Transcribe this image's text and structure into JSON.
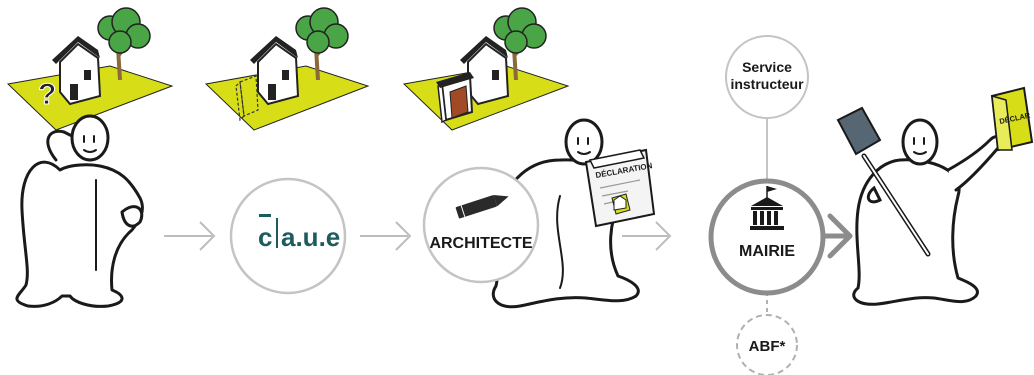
{
  "steps": {
    "caue": {
      "label_main": "c",
      "label_rest": "a.u.e",
      "accent": "#1e5b5e"
    },
    "architecte": {
      "label": "ARCHITECTE"
    },
    "mairie": {
      "label": "MAIRIE"
    }
  },
  "satellites": {
    "service": {
      "line1": "Service",
      "line2": "instructeur"
    },
    "abf": {
      "label": "ABF*"
    }
  },
  "documents": {
    "reader_doc": "DÉCLARATION",
    "final_doc": "DÉCLAR"
  },
  "colors": {
    "lawn": "#d7de17",
    "tree": "#4aa547",
    "trunk": "#8a6a3a",
    "door": "#a04a26",
    "circle_stroke": "#c4c4c4",
    "mairie_stroke": "#8c8c8c",
    "arrow": "#bdbdbd",
    "arrow_main": "#8c8c8c"
  },
  "icons": [
    "question-mark-icon",
    "pencil-icon",
    "city-hall-icon",
    "shovel-icon"
  ]
}
